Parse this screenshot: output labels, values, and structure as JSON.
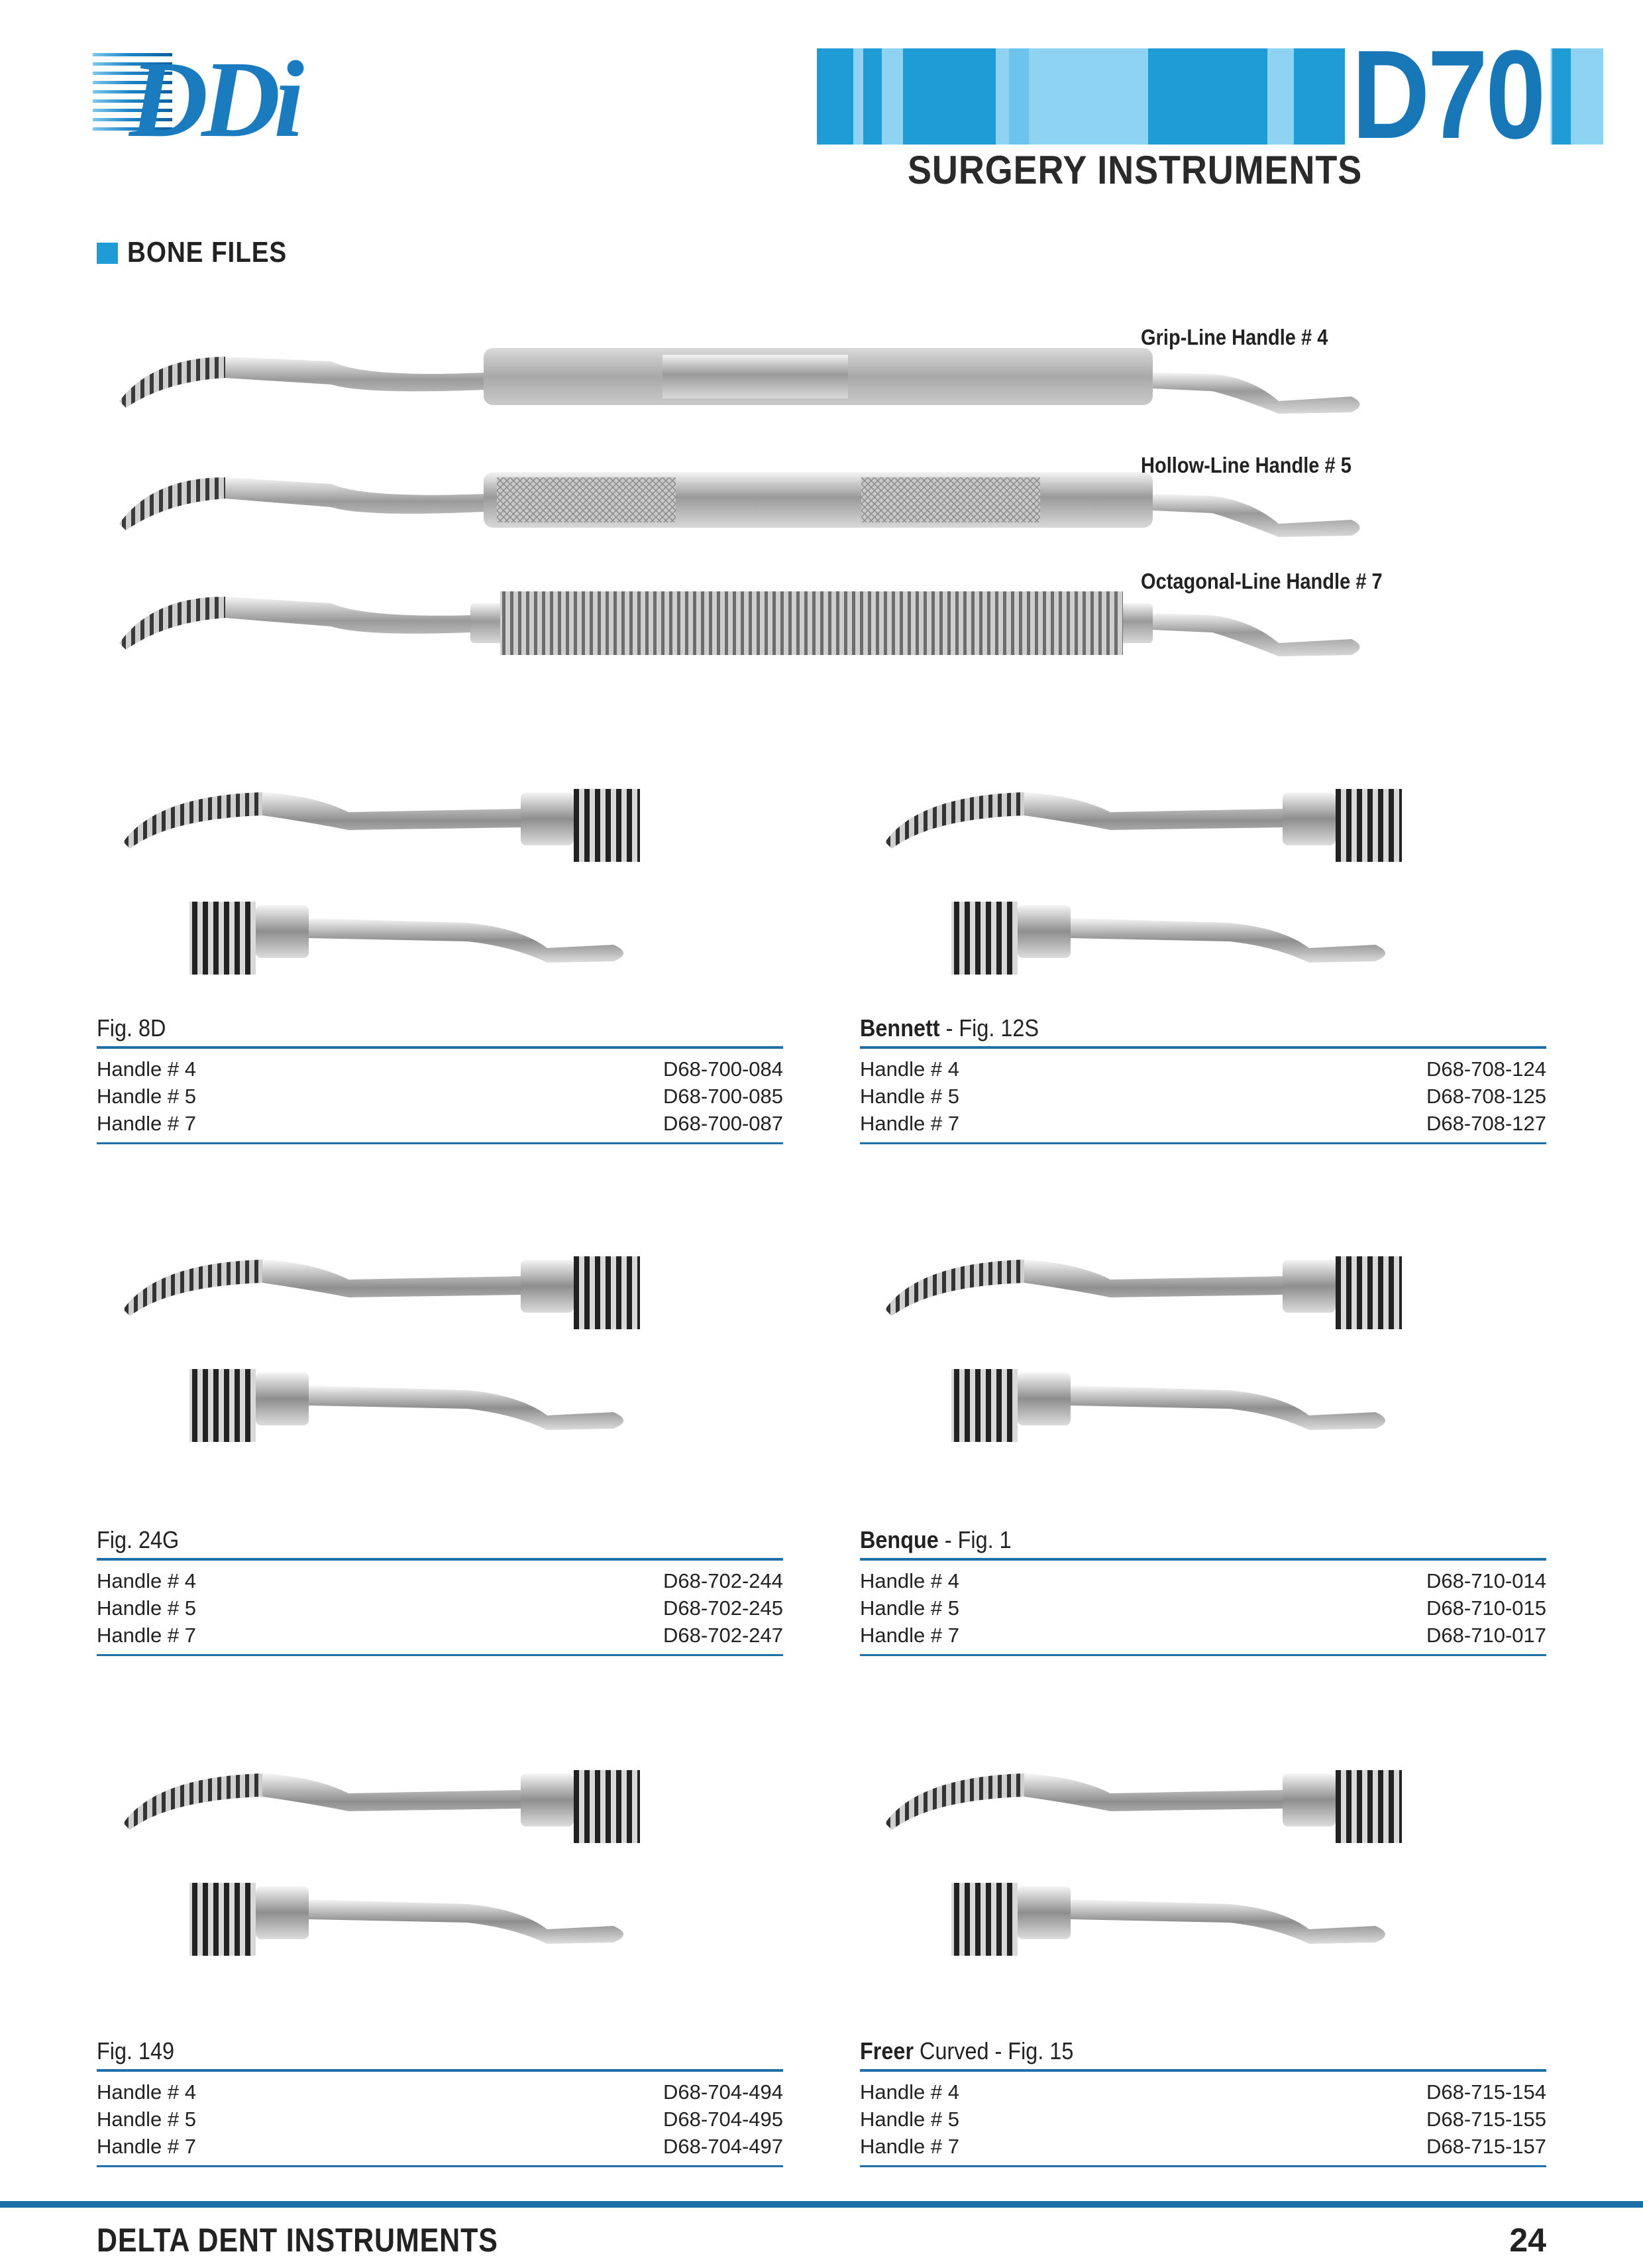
{
  "header": {
    "logo_text": "DDi",
    "doc_code": "D70",
    "subtitle": "SURGERY INSTRUMENTS",
    "accent_color": "#1f9bd6",
    "accent_light": "#8fd3f2",
    "accent_dark": "#1877b6"
  },
  "section": {
    "title": "BONE FILES"
  },
  "overview": {
    "handles": [
      {
        "label": "Grip-Line Handle # 4",
        "icon": "grip-handle"
      },
      {
        "label": "Hollow-Line Handle # 5",
        "icon": "knurled-handle"
      },
      {
        "label": "Octagonal-Line Handle # 7",
        "icon": "octagonal-handle"
      }
    ]
  },
  "figures": [
    {
      "name_bold": "",
      "title": "Fig. 8D",
      "rows": [
        {
          "label": "Handle # 4",
          "code": "D68-700-084"
        },
        {
          "label": "Handle # 5",
          "code": "D68-700-085"
        },
        {
          "label": "Handle # 7",
          "code": "D68-700-087"
        }
      ]
    },
    {
      "name_bold": "Bennett",
      "title": " - Fig. 12S",
      "rows": [
        {
          "label": "Handle # 4",
          "code": "D68-708-124"
        },
        {
          "label": "Handle # 5",
          "code": "D68-708-125"
        },
        {
          "label": "Handle # 7",
          "code": "D68-708-127"
        }
      ]
    },
    {
      "name_bold": "",
      "title": "Fig. 24G",
      "rows": [
        {
          "label": "Handle # 4",
          "code": "D68-702-244"
        },
        {
          "label": "Handle # 5",
          "code": "D68-702-245"
        },
        {
          "label": "Handle # 7",
          "code": "D68-702-247"
        }
      ]
    },
    {
      "name_bold": "Benque",
      "title": " - Fig. 1",
      "rows": [
        {
          "label": "Handle # 4",
          "code": "D68-710-014"
        },
        {
          "label": "Handle # 5",
          "code": "D68-710-015"
        },
        {
          "label": "Handle # 7",
          "code": "D68-710-017"
        }
      ]
    },
    {
      "name_bold": "",
      "title": "Fig. 149",
      "rows": [
        {
          "label": "Handle # 4",
          "code": "D68-704-494"
        },
        {
          "label": "Handle # 5",
          "code": "D68-704-495"
        },
        {
          "label": "Handle # 7",
          "code": "D68-704-497"
        }
      ]
    },
    {
      "name_bold": "Freer",
      "title": " Curved - Fig. 15",
      "rows": [
        {
          "label": "Handle # 4",
          "code": "D68-715-154"
        },
        {
          "label": "Handle # 5",
          "code": "D68-715-155"
        },
        {
          "label": "Handle # 7",
          "code": "D68-715-157"
        }
      ]
    }
  ],
  "footer": {
    "brand": "DELTA DENT INSTRUMENTS",
    "page": "24"
  }
}
